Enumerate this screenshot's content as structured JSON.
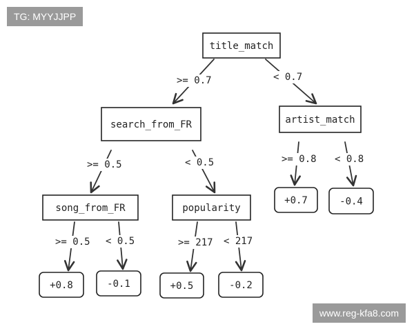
{
  "watermarks": {
    "top_left": "TG: MYYJJPP",
    "bottom_right": "www.reg-kfa8.com"
  },
  "tree": {
    "nodes": [
      {
        "id": "title_match",
        "label": "title_match",
        "leaf": false
      },
      {
        "id": "search_from_FR",
        "label": "search_from_FR",
        "leaf": false
      },
      {
        "id": "artist_match",
        "label": "artist_match",
        "leaf": false
      },
      {
        "id": "song_from_FR",
        "label": "song_from_FR",
        "leaf": false
      },
      {
        "id": "popularity",
        "label": "popularity",
        "leaf": false
      },
      {
        "id": "leaf_p07",
        "label": "+0.7",
        "leaf": true
      },
      {
        "id": "leaf_m04",
        "label": "-0.4",
        "leaf": true
      },
      {
        "id": "leaf_p08",
        "label": "+0.8",
        "leaf": true
      },
      {
        "id": "leaf_m01",
        "label": "-0.1",
        "leaf": true
      },
      {
        "id": "leaf_p05",
        "label": "+0.5",
        "leaf": true
      },
      {
        "id": "leaf_m02",
        "label": "-0.2",
        "leaf": true
      }
    ],
    "edges": [
      {
        "from": "title_match",
        "to": "search_from_FR",
        "label": ">= 0.7"
      },
      {
        "from": "title_match",
        "to": "artist_match",
        "label": "< 0.7"
      },
      {
        "from": "search_from_FR",
        "to": "song_from_FR",
        "label": ">= 0.5"
      },
      {
        "from": "search_from_FR",
        "to": "popularity",
        "label": "< 0.5"
      },
      {
        "from": "artist_match",
        "to": "leaf_p07",
        "label": ">= 0.8"
      },
      {
        "from": "artist_match",
        "to": "leaf_m04",
        "label": "< 0.8"
      },
      {
        "from": "song_from_FR",
        "to": "leaf_p08",
        "label": ">= 0.5"
      },
      {
        "from": "song_from_FR",
        "to": "leaf_m01",
        "label": "< 0.5"
      },
      {
        "from": "popularity",
        "to": "leaf_p05",
        "label": ">= 217"
      },
      {
        "from": "popularity",
        "to": "leaf_m02",
        "label": "< 217"
      }
    ]
  }
}
